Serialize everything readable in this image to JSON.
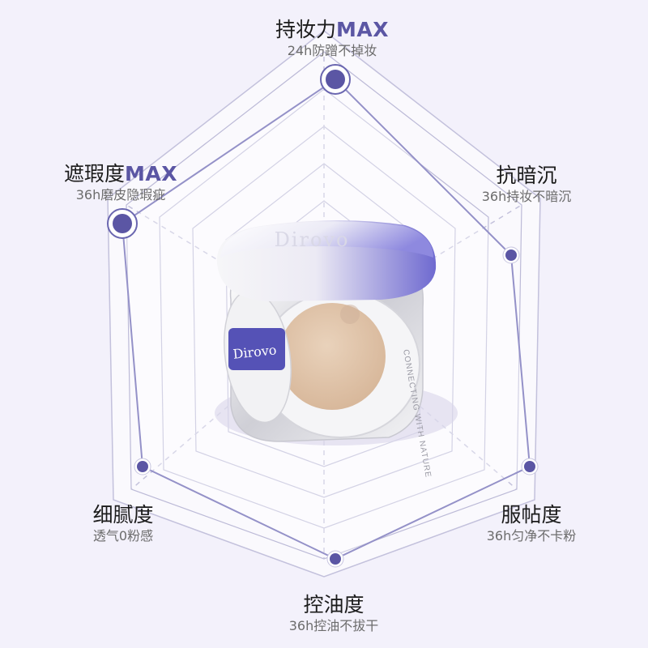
{
  "colors": {
    "background": "#f3f1fb",
    "accent": "#5b56a4",
    "grid": "#b9b8d6",
    "web_fill": "#ffffff"
  },
  "brand": {
    "lid_text": "Dirovo",
    "puff_text": "Dirovo",
    "rim_text": "CONNECTING WITH NATURE"
  },
  "attributes": [
    {
      "title": "持妆力",
      "max": "MAX",
      "subtitle": "24h防蹭不掉妆"
    },
    {
      "title": "抗暗沉",
      "max": "",
      "subtitle": "36h持妆不暗沉"
    },
    {
      "title": "服帖度",
      "max": "",
      "subtitle": "36h匀净不卡粉"
    },
    {
      "title": "控油度",
      "max": "",
      "subtitle": "36h控油不拔干"
    },
    {
      "title": "细腻度",
      "max": "",
      "subtitle": "透气0粉感"
    },
    {
      "title": "遮瑕度",
      "max": "MAX",
      "subtitle": "36h磨皮隐瑕疵"
    }
  ]
}
